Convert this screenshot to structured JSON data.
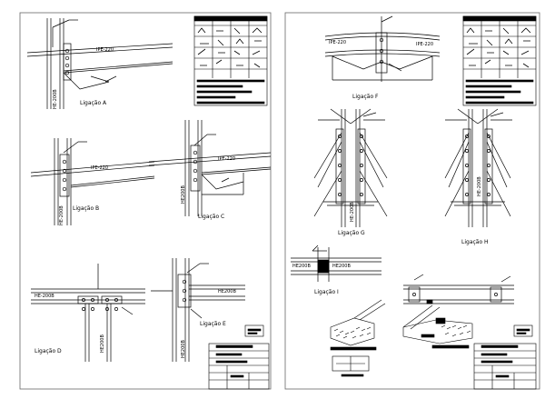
{
  "viewer": {
    "background": "#ffffff",
    "line_color": "#000000",
    "sheet_border_color": "#555555"
  },
  "sheets": [
    {
      "connections": [
        {
          "label": "Ligação A",
          "profile": "IPE-220",
          "column": "HE-200B"
        },
        {
          "label": "Ligação B",
          "profile": "IPE-220",
          "column": "HE-200B"
        },
        {
          "label": "Ligação C",
          "profile": "IPE-220",
          "column": "HE200B"
        },
        {
          "label": "Ligação D",
          "profile": "HE-200B",
          "column": "HE200B"
        },
        {
          "label": "Ligação E",
          "profile": "HE200B",
          "column": "HE200B"
        }
      ]
    },
    {
      "connections": [
        {
          "label": "Ligação F",
          "profile_left": "IPE-220",
          "profile_right": "IPE-220"
        },
        {
          "label": "Ligação G",
          "column": "HE-200B"
        },
        {
          "label": "Ligação H",
          "column": "HE-200B"
        },
        {
          "label": "Ligação I",
          "profile_left": "HE200B",
          "profile_right": "HE200B"
        }
      ]
    }
  ]
}
